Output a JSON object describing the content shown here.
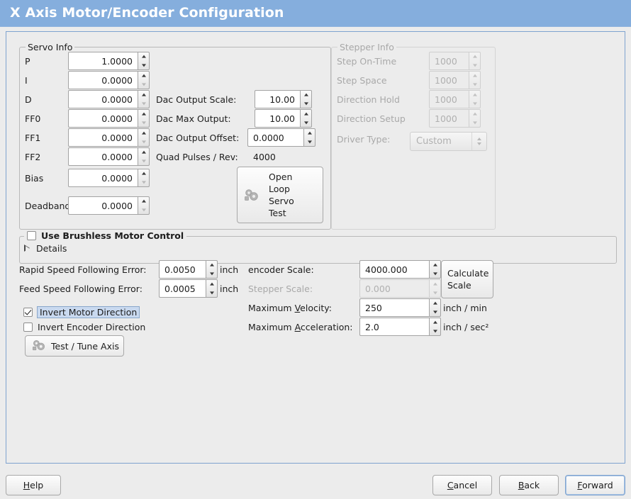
{
  "window": {
    "title": "X Axis Motor/Encoder Configuration",
    "accent_color": "#85aedd",
    "background_color": "#ececec"
  },
  "servo_info": {
    "legend": "Servo Info",
    "rows": [
      {
        "label": "P",
        "value": "1.0000"
      },
      {
        "label": "I",
        "value": "0.0000"
      },
      {
        "label": "D",
        "value": "0.0000"
      },
      {
        "label": "FF0",
        "value": "0.0000"
      },
      {
        "label": "FF1",
        "value": "0.0000"
      },
      {
        "label": "FF2",
        "value": "0.0000"
      },
      {
        "label": "Bias",
        "value": "0.0000"
      },
      {
        "label": "Deadband",
        "value": "0.0000"
      }
    ],
    "dac": [
      {
        "label": "Dac Output Scale:",
        "value": "10.00"
      },
      {
        "label": "Dac Max Output:",
        "value": "10.00"
      },
      {
        "label": "Dac Output Offset:",
        "value": "0.0000"
      }
    ],
    "quad_pulses_label": "Quad Pulses / Rev:",
    "quad_pulses_value": "4000",
    "open_loop_button": [
      "Open",
      "Loop",
      "Servo",
      "Test"
    ],
    "open_loop_icon": "gears-icon"
  },
  "stepper_info": {
    "legend": "Stepper Info",
    "enabled": false,
    "rows": [
      {
        "label": "Step On-Time",
        "value": "1000"
      },
      {
        "label": "Step Space",
        "value": "1000"
      },
      {
        "label": "Direction Hold",
        "value": "1000"
      },
      {
        "label": "Direction Setup",
        "value": "1000"
      }
    ],
    "driver_type_label": "Driver Type:",
    "driver_type_value": "Custom"
  },
  "brushless": {
    "checkbox_label": "Use Brushless Motor Control",
    "checked": false,
    "details_label": "Details",
    "details_expanded": false
  },
  "tuning": {
    "rapid_error_label": "Rapid Speed Following Error:",
    "rapid_error_value": "0.0050",
    "rapid_error_unit": "inch",
    "feed_error_label": "Feed Speed Following Error:",
    "feed_error_value": "0.0005",
    "feed_error_unit": "inch",
    "invert_motor_label": "Invert Motor Direction",
    "invert_motor_checked": true,
    "invert_encoder_label": "Invert Encoder Direction",
    "invert_encoder_checked": false,
    "test_tune_label": "Test / Tune Axis",
    "test_tune_icon": "gears-icon"
  },
  "scales": {
    "encoder_scale_label": "encoder Scale:",
    "encoder_scale_value": "4000.000",
    "stepper_scale_label": "Stepper Scale:",
    "stepper_scale_value": "0.000",
    "stepper_scale_enabled": false,
    "calculate_scale_button": [
      "Calculate",
      "Scale"
    ],
    "max_velocity_label_pre": "Maximum ",
    "max_velocity_label_key": "V",
    "max_velocity_label_post": "elocity:",
    "max_velocity_value": "250",
    "max_velocity_unit": "inch / min",
    "max_accel_label_pre": "Maximum ",
    "max_accel_label_key": "A",
    "max_accel_label_post": "cceleration:",
    "max_accel_value": "2.0",
    "max_accel_unit": "inch / sec²"
  },
  "footer": {
    "help_pre": "",
    "help_key": "H",
    "help_post": "elp",
    "cancel_pre": "",
    "cancel_key": "C",
    "cancel_post": "ancel",
    "back_pre": "",
    "back_key": "B",
    "back_post": "ack",
    "forward_pre": "",
    "forward_key": "F",
    "forward_post": "orward",
    "focused_button": "Forward"
  }
}
